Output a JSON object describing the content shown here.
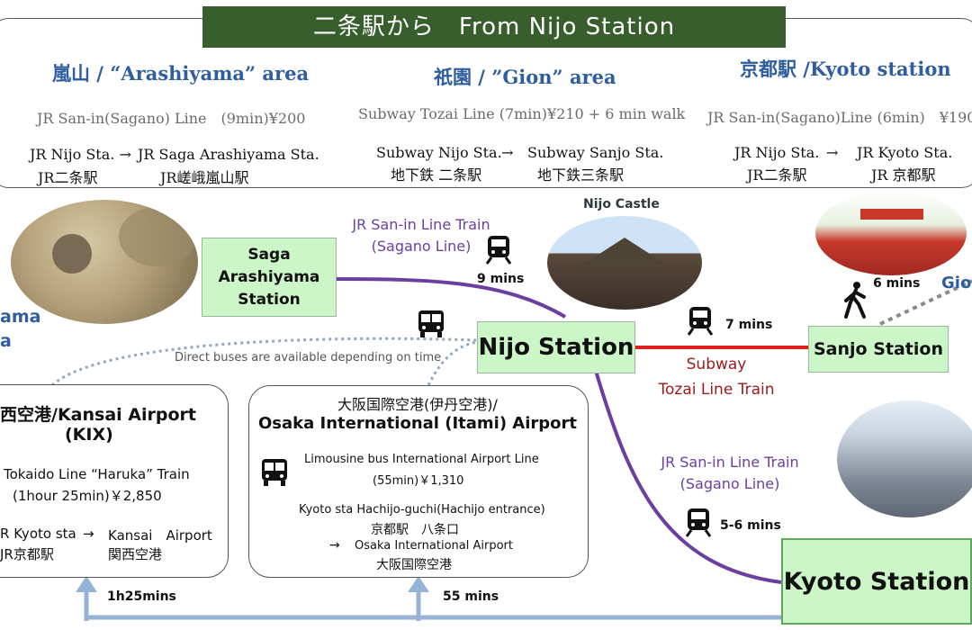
{
  "banner": "二条駅から　From Nijo Station",
  "top_routes": [
    {
      "title": "嵐山 / “Arashiyama” area",
      "line": "JR San-in(Sagano) Line　(9min)¥200",
      "from_en": "JR Nijo Sta. →",
      "from_jp": "JR二条駅",
      "to_en": "JR Saga Arashiyama Sta.",
      "to_jp": "JR嵯峨嵐山駅"
    },
    {
      "title": "祇園 / ”Gion” area",
      "line": "Subway Tozai Line (7min)¥210 + 6 min walk",
      "from_en": "Subway Nijo Sta.",
      "arrow": "→",
      "from_jp": "地下鉄 二条駅",
      "to_en": "Subway Sanjo Sta.",
      "to_jp": "地下鉄三条駅"
    },
    {
      "title": "京都駅 /Kyoto station",
      "line": "JR San-in(Sagano)Line (6min)　¥190",
      "from_en": "JR Nijo Sta.",
      "arrow": "→",
      "from_jp": "JR二条駅",
      "to_en": "JR Kyoto Sta.",
      "to_jp": "JR 京都駅"
    }
  ],
  "map": {
    "saga_station": "Saga Arashiyama Station",
    "arashiyama_label_1": "ama",
    "arashiyama_label_2": "a",
    "nijo_castle": "Nijo Castle",
    "jr_train_label_1": "JR San-in Line Train",
    "jr_train_label_2": "(Sagano Line)",
    "jr_train_mins": "9 mins",
    "nijo_station": "Nijo Station",
    "subway_mins": "7 mins",
    "subway_label_1": "Subway",
    "subway_label_2": "Tozai Line Train",
    "sanjo_station": "Sanjo Station",
    "walk_mins": "6 mins",
    "gion_label": "Gio",
    "bus_note": "Direct buses are available depending on time",
    "jr_train2_label_1": "JR San-in Line Train",
    "jr_train2_label_2": "(Sagano Line)",
    "jr_train2_mins": "5-6 mins",
    "kyoto_station": "Kyoto Station",
    "kix_mins": "1h25mins",
    "itami_mins": "55 mins"
  },
  "kansai": {
    "title_1": "西空港/Kansai Airport",
    "title_2": "(KIX)",
    "line_1": "Tokaido Line “Haruka” Train",
    "line_2": "(1hour 25min)￥2,850",
    "from_en": "R Kyoto sta",
    "arrow": "→",
    "to_en": "Kansai　Airport",
    "from_jp": "JR京都駅",
    "to_jp": "関西空港"
  },
  "itami": {
    "title_jp": "大阪国際空港(伊丹空港)/",
    "title_en": "Osaka International (Itami) Airport",
    "bus_1": "Limousine bus International Airport Line",
    "bus_2": "(55min)￥1,310",
    "from_en": "Kyoto sta Hachijo-guchi(Hachijo entrance)",
    "from_jp": "京都駅　八条口",
    "arrow": "→",
    "to_en": "Osaka International Airport",
    "to_jp": "大阪国際空港"
  }
}
